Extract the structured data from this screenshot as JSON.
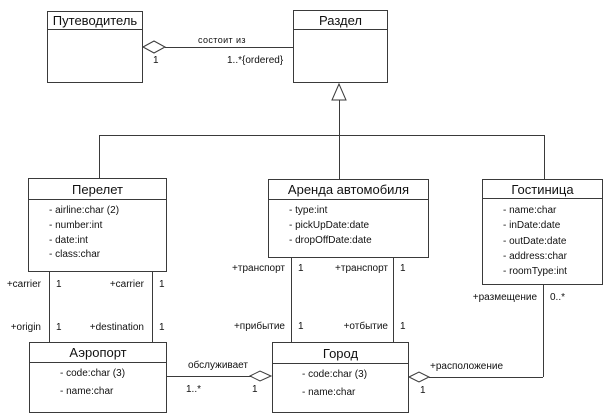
{
  "colors": {
    "background": "#ffffff",
    "line": "#3a3a3a",
    "text": "#111111"
  },
  "classes": {
    "guidebook": {
      "title": "Путеводитель",
      "attributes": []
    },
    "section": {
      "title": "Раздел",
      "attributes": []
    },
    "flight": {
      "title": "Перелет",
      "attributes": [
        "- airline:char (2)",
        "- number:int",
        "- date:int",
        "- class:char"
      ]
    },
    "car_rental": {
      "title": "Аренда автомобиля",
      "attributes": [
        "- type:int",
        "- pickUpDate:date",
        "- dropOffDate:date"
      ]
    },
    "hotel": {
      "title": "Гостиница",
      "attributes": [
        "- name:char",
        "- inDate:date",
        "- outDate:date",
        "- address:char",
        "- roomType:int"
      ]
    },
    "airport": {
      "title": "Аэропорт",
      "attributes": [
        "- code:char (3)",
        "- name:char"
      ]
    },
    "city": {
      "title": "Город",
      "attributes": [
        "- code:char (3)",
        "- name:char"
      ]
    }
  },
  "associations": {
    "guidebook_section": {
      "label": "состоит из",
      "mult_guidebook": "1",
      "mult_section": "1..*{ordered}"
    },
    "flight_airport_origin": {
      "role_flight": "+carrier",
      "mult_flight": "1",
      "role_airport": "+origin",
      "mult_airport": "1"
    },
    "flight_airport_destination": {
      "role_flight": "+carrier",
      "mult_flight": "1",
      "role_airport": "+destination",
      "mult_airport": "1"
    },
    "car_city_arrival": {
      "role_car": "+транспорт",
      "mult_car": "1",
      "role_city": "+прибытие",
      "mult_city": "1"
    },
    "car_city_departure": {
      "role_car": "+транспорт",
      "mult_car": "1",
      "role_city": "+отбытие",
      "mult_city": "1"
    },
    "airport_city": {
      "label": "обслуживает",
      "mult_airport": "1..*",
      "mult_city": "1"
    },
    "city_hotel": {
      "role_location": "+расположение",
      "mult_city": "1",
      "role_accommodation": "+размещение",
      "mult_hotel": "0..*"
    }
  }
}
